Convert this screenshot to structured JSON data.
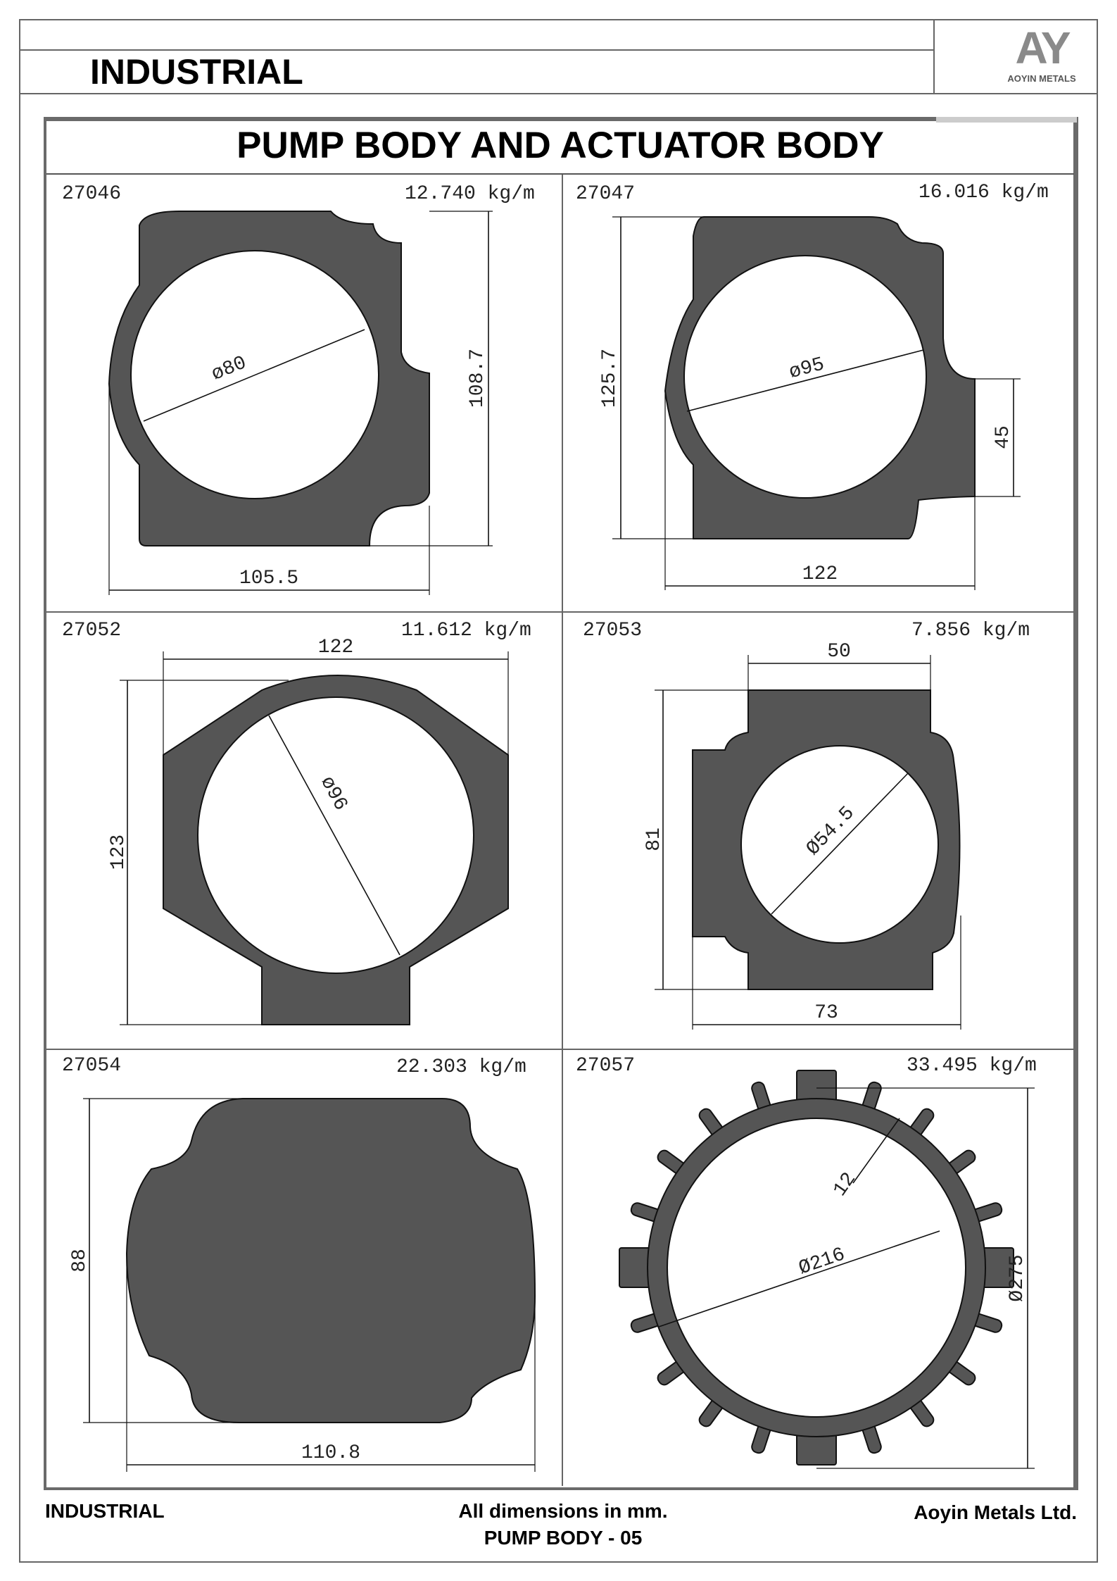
{
  "header": {
    "category": "INDUSTRIAL",
    "logo_mark": "AY",
    "logo_text": "AOYIN METALS"
  },
  "sheet_title": "PUMP BODY AND ACTUATOR BODY",
  "profiles": [
    {
      "code": "27046",
      "weight": "12.740 kg/m",
      "dims": [
        "ø80",
        "108.7",
        "105.5"
      ]
    },
    {
      "code": "27047",
      "weight": "16.016 kg/m",
      "dims": [
        "ø95",
        "125.7",
        "45",
        "122"
      ]
    },
    {
      "code": "27052",
      "weight": "11.612 kg/m",
      "dims": [
        "122",
        "ø96",
        "123"
      ]
    },
    {
      "code": "27053",
      "weight": "7.856 kg/m",
      "dims": [
        "50",
        "Ø54.5",
        "81",
        "73"
      ]
    },
    {
      "code": "27054",
      "weight": "22.303 kg/m",
      "dims": [
        "88",
        "110.8"
      ]
    },
    {
      "code": "27057",
      "weight": "33.495 kg/m",
      "dims": [
        "12",
        "Ø216",
        "Ø275"
      ]
    }
  ],
  "footer": {
    "left": "INDUSTRIAL",
    "center_line1": "All dimensions in mm.",
    "center_line2": "PUMP BODY - 05",
    "right": "Aoyin Metals Ltd."
  },
  "colors": {
    "profile_fill": "#555555",
    "frame": "#666666"
  }
}
